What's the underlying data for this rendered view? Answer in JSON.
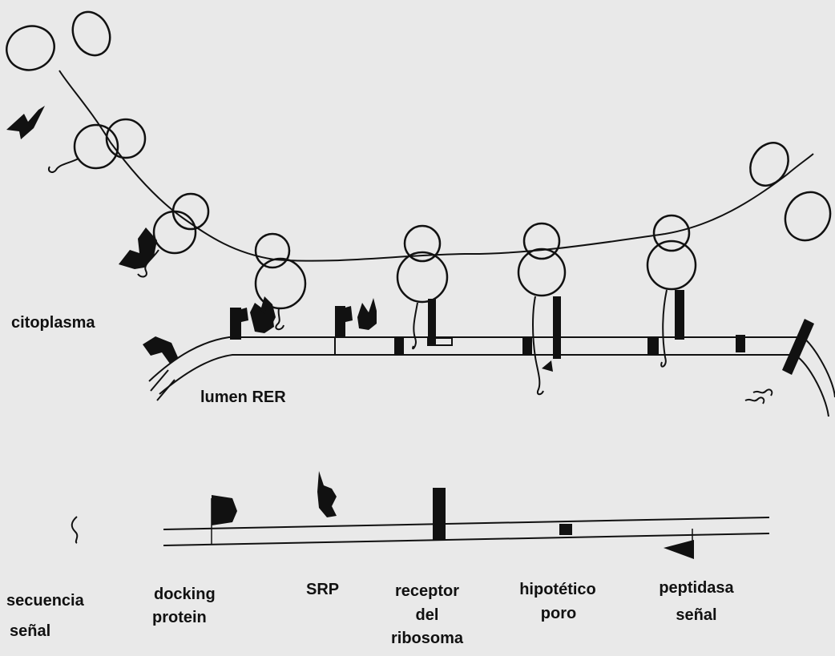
{
  "colors": {
    "background": "#e9e9e9",
    "ink": "#111111"
  },
  "labels": {
    "cytoplasm": "citoplasma",
    "lumen": "lumen RER"
  },
  "legend": [
    {
      "id": "signal-sequence",
      "line1": "secuencia",
      "line2": "señal",
      "line3": ""
    },
    {
      "id": "docking-protein",
      "line1": "docking",
      "line2": "protein",
      "line3": ""
    },
    {
      "id": "srp",
      "line1": "SRP",
      "line2": "",
      "line3": ""
    },
    {
      "id": "ribosome-receptor",
      "line1": "receptor",
      "line2": "del",
      "line3": "ribosoma"
    },
    {
      "id": "hypothetical-pore",
      "line1": "hipotético",
      "line2": "poro",
      "line3": ""
    },
    {
      "id": "signal-peptidase",
      "line1": "peptidasa",
      "line2": "señal",
      "line3": ""
    }
  ]
}
